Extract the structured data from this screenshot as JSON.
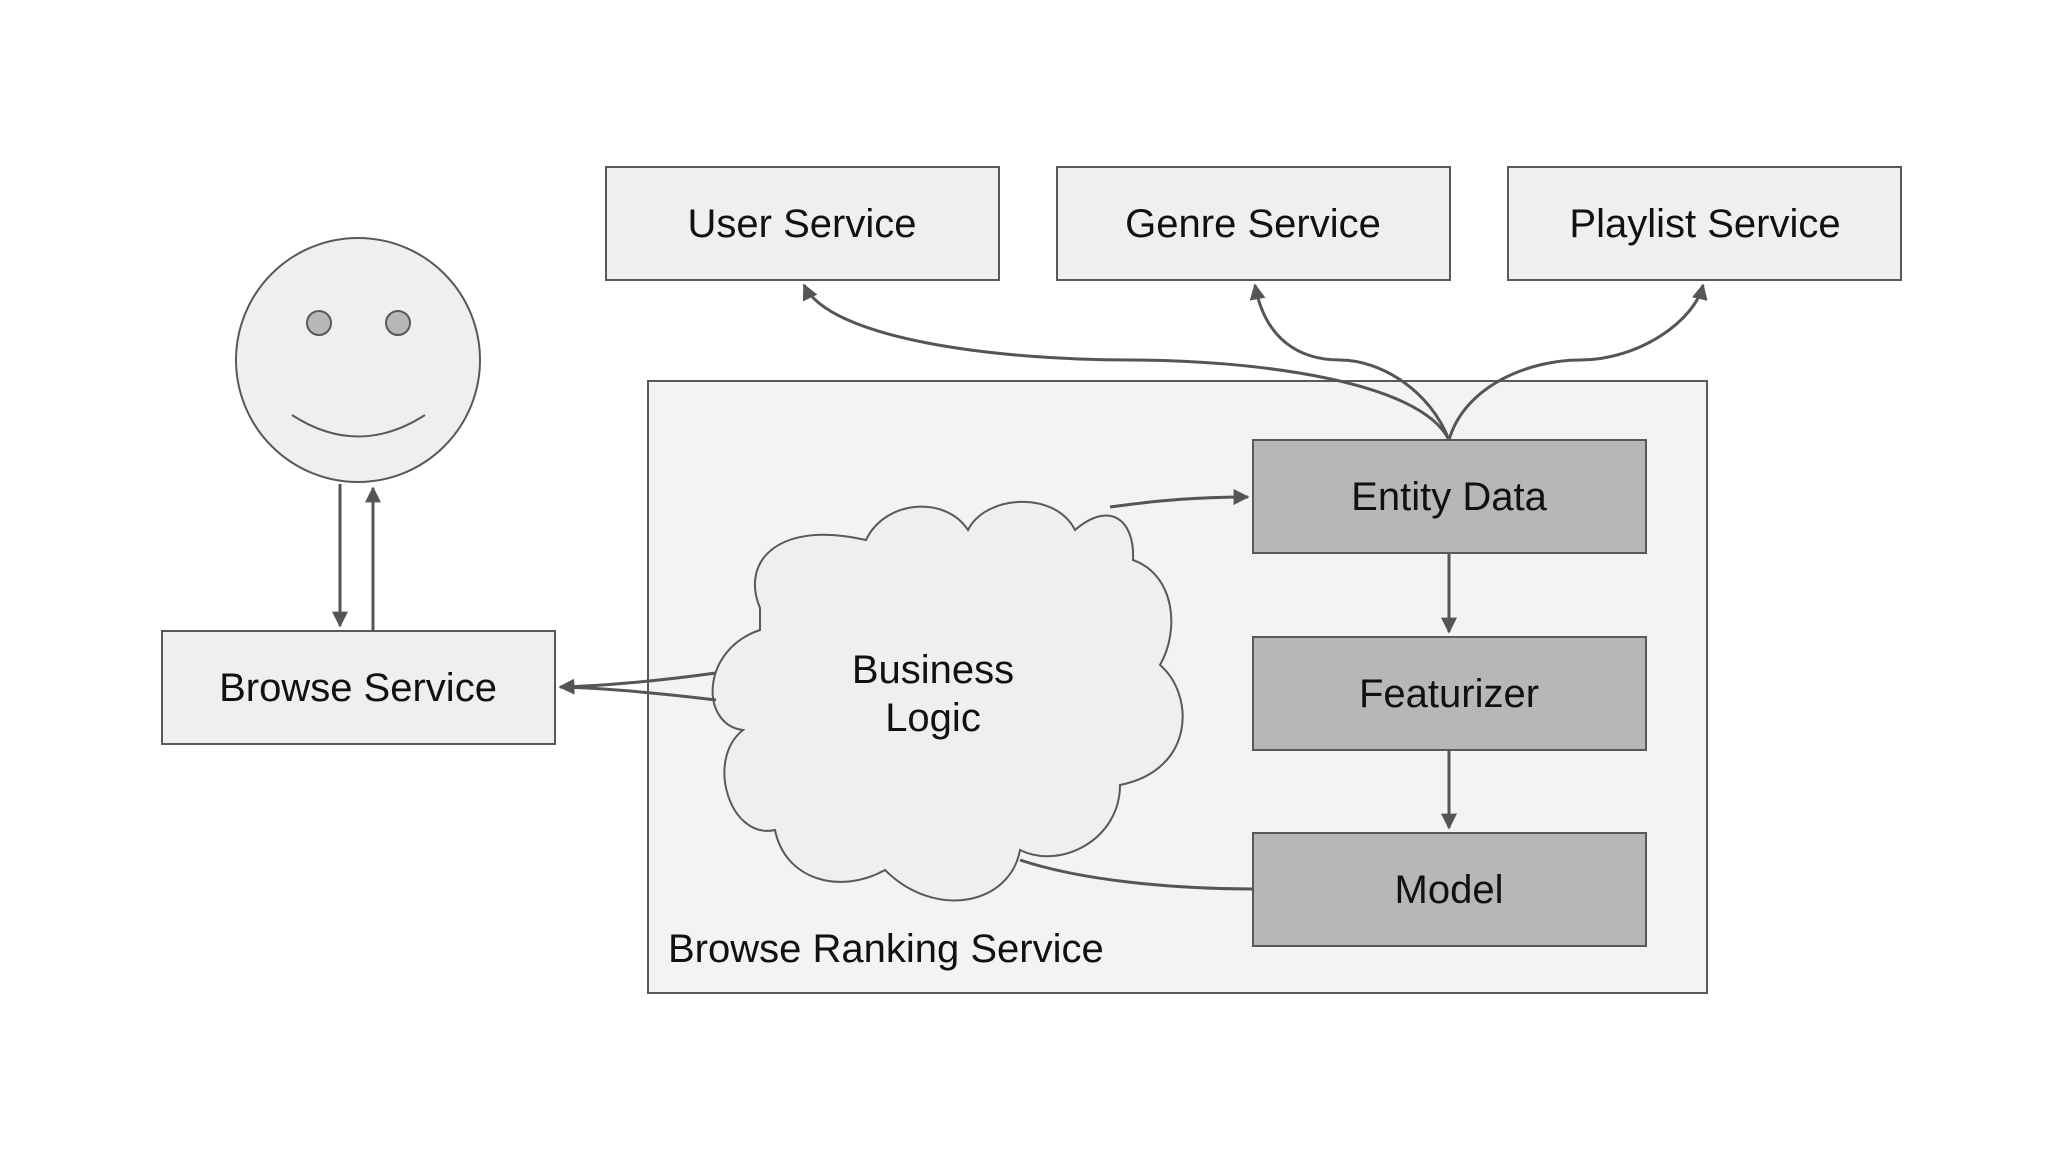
{
  "colors": {
    "background": "#ffffff",
    "box_fill_light": "#efefef",
    "container_fill": "#f3f3f3",
    "box_fill_dark": "#b7b7b7",
    "stroke": "#595959",
    "arrow": "#555555",
    "text": "#111111"
  },
  "nodes": {
    "user_service": "User Service",
    "genre_service": "Genre Service",
    "playlist_service": "Playlist Service",
    "browse_service": "Browse Service",
    "entity_data": "Entity Data",
    "featurizer": "Featurizer",
    "model": "Model",
    "business_logic_line1": "Business",
    "business_logic_line2": "Logic",
    "browse_ranking_service": "Browse Ranking Service"
  },
  "icons": {
    "user": "smiley-face-icon"
  }
}
